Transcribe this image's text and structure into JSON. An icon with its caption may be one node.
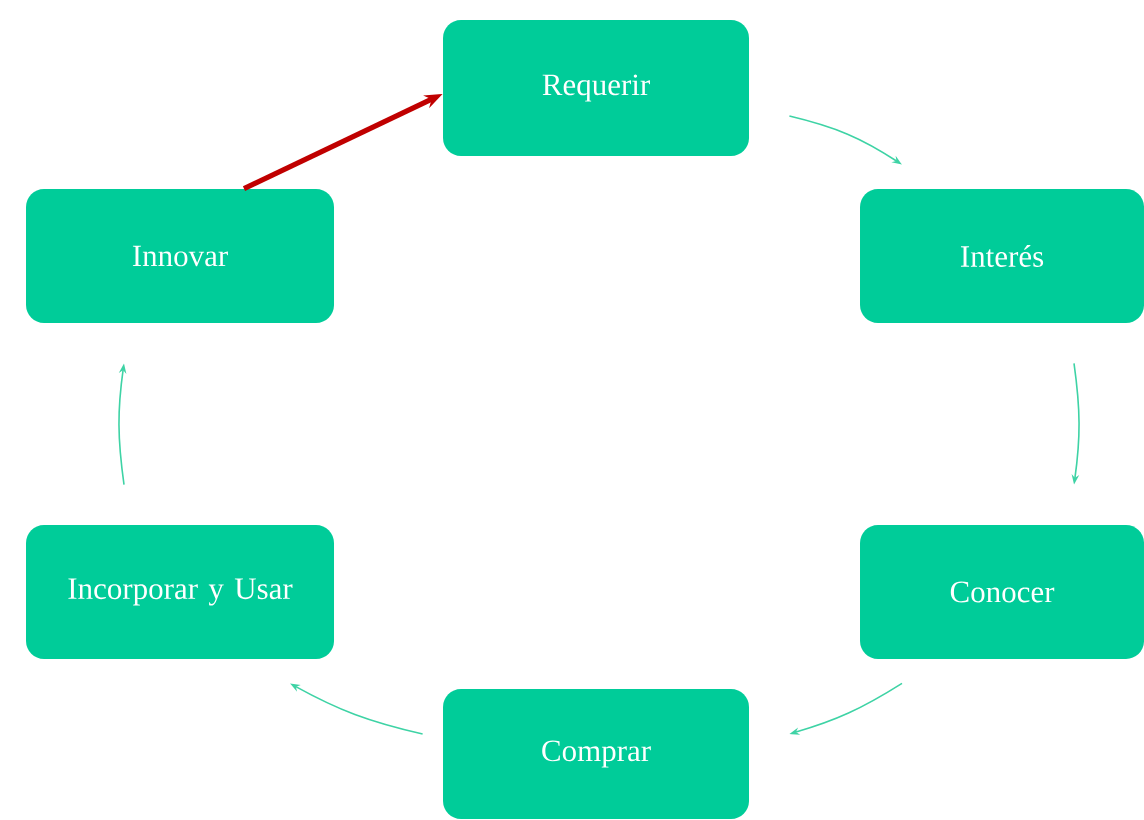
{
  "diagram": {
    "nodes": [
      {
        "text": [
          "Requerir"
        ]
      },
      {
        "text": [
          "Interés"
        ]
      },
      {
        "text": [
          "Conocer"
        ]
      },
      {
        "text": [
          "Comprar"
        ]
      },
      {
        "text": [
          "Incorporar y Usar"
        ]
      },
      {
        "text": [
          "Innovar"
        ]
      }
    ],
    "edges": [
      {
        "from": 0,
        "to": 1,
        "arrow": "to"
      },
      {
        "from": 1,
        "to": 2,
        "arrow": "to"
      },
      {
        "from": 2,
        "to": 3,
        "arrow": "to"
      },
      {
        "from": 3,
        "to": 4,
        "arrow": "to"
      },
      {
        "from": 4,
        "to": 5,
        "arrow": "to"
      },
      {
        "from": 5,
        "to": 0,
        "arrow": "to",
        "style": "thick",
        "color": "#c00000"
      }
    ]
  }
}
